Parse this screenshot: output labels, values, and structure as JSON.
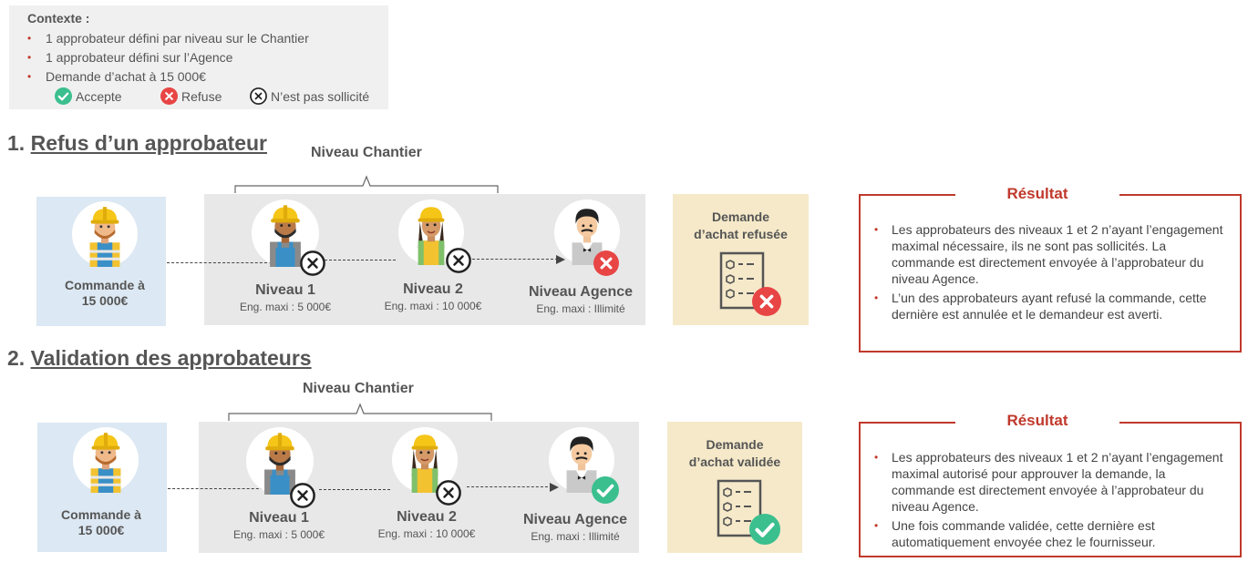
{
  "context": {
    "title": "Contexte :",
    "items": [
      "1 approbateur défini par niveau sur le Chantier",
      "1 approbateur défini sur l’Agence",
      "Demande d’achat à 15 000€"
    ],
    "legend": {
      "accept": "Accepte",
      "refuse": "Refuse",
      "not_solicited": "N’est pas sollicité"
    }
  },
  "colors": {
    "accept": "#3bbf8f",
    "refuse": "#e84545",
    "accent": "#c0392b"
  },
  "sections": [
    {
      "number": "1.",
      "title": "Refus d’un approbateur",
      "level_group": "Niveau Chantier",
      "order_label": [
        "Commande à",
        "15 000€"
      ],
      "levels": [
        {
          "name": "Niveau 1",
          "limit": "Eng. maxi : 5 000€",
          "status_icon": "not-solicited-icon"
        },
        {
          "name": "Niveau 2",
          "limit": "Eng. maxi : 10 000€",
          "status_icon": "not-solicited-icon"
        },
        {
          "name": "Niveau Agence",
          "limit": "Eng. maxi : Illimité",
          "status_icon": "refuse-icon"
        }
      ],
      "outcome": [
        "Demande",
        "d’achat refusée"
      ],
      "result_title": "Résultat",
      "result_items": [
        "Les approbateurs des niveaux 1 et 2 n’ayant l’engagement maximal nécessaire, ils ne sont pas sollicités. La commande est directement envoyée à l’approbateur du niveau Agence.",
        "L’un des approbateurs ayant refusé la commande, cette dernière est annulée et le demandeur est averti."
      ]
    },
    {
      "number": "2.",
      "title": "Validation des approbateurs",
      "level_group": "Niveau Chantier",
      "order_label": [
        "Commande à",
        "15 000€"
      ],
      "levels": [
        {
          "name": "Niveau 1",
          "limit": "Eng. maxi : 5 000€",
          "status_icon": "not-solicited-icon"
        },
        {
          "name": "Niveau 2",
          "limit": "Eng. maxi : 10 000€",
          "status_icon": "not-solicited-icon"
        },
        {
          "name": "Niveau Agence",
          "limit": "Eng. maxi : Illimité",
          "status_icon": "accept-icon"
        }
      ],
      "outcome": [
        "Demande",
        "d’achat validée"
      ],
      "result_title": "Résultat",
      "result_items": [
        "Les approbateurs des niveaux 1 et 2 n’ayant l’engagement maximal autorisé pour approuver la demande, la commande est directement envoyée à l’approbateur du niveau Agence.",
        "Une fois commande validée, cette dernière est automatiquement envoyée chez le fournisseur."
      ]
    }
  ]
}
